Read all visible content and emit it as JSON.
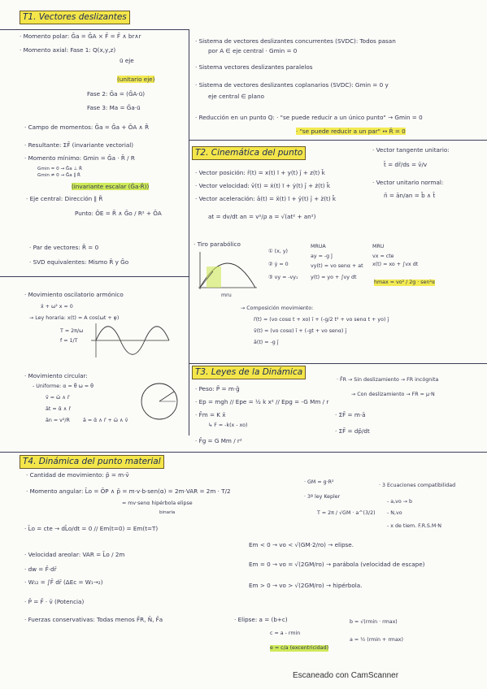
{
  "t1": {
    "title": "T1. Vectores deslizantes",
    "l1": "· Momento polar: Ḡa = ḠA × F̄ = F̄ ∧ br∧r",
    "l2": "· Momento axial: Fase 1: Q(x,y,z)",
    "l3": "ū eje",
    "l4": "(unitario eje)",
    "l5": "Fase 2: Ḡa = (ḠA·ū)",
    "l6": "Fase 3: Ma = Ḡa·ū",
    "l7": "· Campo de momentos: Ḡa = Ḡa + ŌA ∧ R̄",
    "l8": "· Resultante: ΣF̄ (invariante vectorial)",
    "l9": "· Momento mínimo: Gmin = Ḡa · R̄ / R",
    "l10": "Gmin = 0 → Ḡa ⊥ R̄",
    "l11": "Gmin ≠ 0 → Ḡa ∥ R̄",
    "l12": "(invariante escalar (Ḡa·R̄))",
    "l13": "· Eje central: Dirección ∥ R̄",
    "l14": "Punto: ŌE = R̄ ∧ Ḡo / R²  + ŌA",
    "l15": "· Par de vectores: R̄ = 0",
    "l16": "· SVD equivalentes: Mismo R̄ y Ḡo"
  },
  "t1r": {
    "l1": "· Sistema de vectores deslizantes concurrentes (SVDC): Todos pasan",
    "l2": "por A ∈ eje central · Gmin = 0",
    "l3": "· Sistema vectores deslizantes paralelos",
    "l4": "· Sistema de vectores deslizantes coplanarios (SVDC): Gmin = 0 y",
    "l5": "eje central ∈ plano",
    "l6": "· Reducción en un punto Q: · \"se puede reducir a un único punto\" → Gmin = 0",
    "l7": "· \"se puede reducir a un par\" ↔ R̄ = 0"
  },
  "t2": {
    "title": "T2. Cinemática del punto",
    "l1": "· Vector posición: r̄(t) = x(t) ī + y(t) j̄ + z(t) k̄",
    "l2": "· Vector velocidad: v̄(t) = ẋ(t) ī + ẏ(t) j̄ + ż(t) k̄",
    "l3": "· Vector aceleración: ā(t) = ẍ(t) ī + ÿ(t) j̄ + z̈(t) k̄",
    "l4": "at = dv/dt   an = v²/ρ    a = √(at² + an²)",
    "r1": "· Vector tangente unitario:",
    "r2": "t̄ = dr̄/ds = v̄/v",
    "r3": "· Vector unitario normal:",
    "r4": "n̄ = ān/an = b̄ ∧ t̄",
    "tiro": "· Tiro parabólico",
    "c1": "① (x, y)",
    "c2": "② ẏ = 0",
    "c3": "③ vy = -vy₁",
    "m1": "MRUA",
    "m2": "ay = -g ĵ",
    "m3": "vy(t) = vo senα + at",
    "m4": "y(t) = yo + ∫vy dt",
    "m5": "MRU",
    "m6": "vx = cte",
    "m7": "x(t) = xo + ∫vx dt",
    "hmax": "hmax = vo² / 2g · sen²α",
    "comp": "→ Composición movimiento:",
    "e1": "r̄(t) = (vo cosα t + xo) ī + (-g/2 t² + vo senα t + yo) j̄",
    "e2": "v̄(t) = (vo cosα) ī + (-gt + vo senα) j̄",
    "e3": "ā(t) = -g j̄",
    "mru_lbl": "mru",
    "osc": "· Movimiento oscilatorio armónico",
    "o1": "ẍ + ω² x = 0",
    "o2": "→ Ley horaria: x(t) = A cos(ωt + φ)",
    "o3": "T = 2π/ω",
    "o4": "f = 1/T",
    "circ": "· Movimiento circular:",
    "c5": "- Uniforme: α = θ̈   ω = θ̇",
    "c6": "v̄ = ω̄ ∧ r̄",
    "c7": "āt = ᾱ ∧ r̄",
    "c8": "ān = v²/R",
    "c9": "ā = ᾱ ∧ r̄ + ω̄ ∧ v̄"
  },
  "t3": {
    "title": "T3. Leyes de la Dinámica",
    "l1": "· Peso: P̄ = m·ḡ",
    "l2": "· Ep = mgh // Epe = ½ k x² // Epg = -G Mm / r",
    "l3": "· F̄m = K x̄",
    "l4": "↳ F = -k(x - xo)",
    "l5": "· F̄g = G Mm / r²",
    "r1": "· F̄R → Sin deslizamiento → FR incógnita",
    "r2": "→ Con deslizamiento → FR = μ·N",
    "r3": "· ΣF̄ = m·ā",
    "r4": "· ΣF̄ = dp̄/dt"
  },
  "t4": {
    "title": "T4. Dinámica del punto material",
    "l1": "· Cantidad de movimiento: p̄ = m·v̄",
    "l2": "· Momento angular: L̄o = ŌP ∧ p̄ = m·v·b·sen(α) = 2m·VAR = 2m · T/2",
    "l3": "= mv·senα   hipérbola   elipse",
    "l3b": "binaria",
    "l4": "· L̄o = cte → dL̄o/dt = 0   //  Em(t=0) = Em(t=T)",
    "l5": "· Velocidad areolar: VAR = L̄o / 2m",
    "l6": "· dw = F̄·dr̄",
    "l7": "· W₁₂ = ∫F̄ dr̄ (ΔEc = W₁→₂)",
    "l8": "· P̄ = F̄ · v̄ (Potencia)",
    "l9": "· Fuerzas conservativas: Todas menos F̄R, N̄, F̄a",
    "r1": "· GM = g·R²",
    "r2": "· 3ª ley Kepler",
    "r3": "T = 2π / √GM · a^(3/2)",
    "r4": "· 3 Ecuaciones compatibilidad",
    "r5": "- a,vo → b",
    "r6": "- N,vo",
    "r7": "- x de tiem. F.R.S.M·N",
    "e1": "Em < 0 → vo < √(GM·2/ro) → elipse.",
    "e2": "Em = 0 → vo = √(2GM/ro) → parábola (velocidad de escape)",
    "e3": "Em > 0 → vo > √(2GM/ro) → hipérbola.",
    "el": "· Elipse: a = (b+c)",
    "el2": "c = a - rmin",
    "el3": "e = c/a (excentricidad)",
    "el4": "b = √(rmin · rmax)",
    "el5": "a = ½ (rmin + rmax)"
  },
  "footer": "Escaneado con CamScanner"
}
